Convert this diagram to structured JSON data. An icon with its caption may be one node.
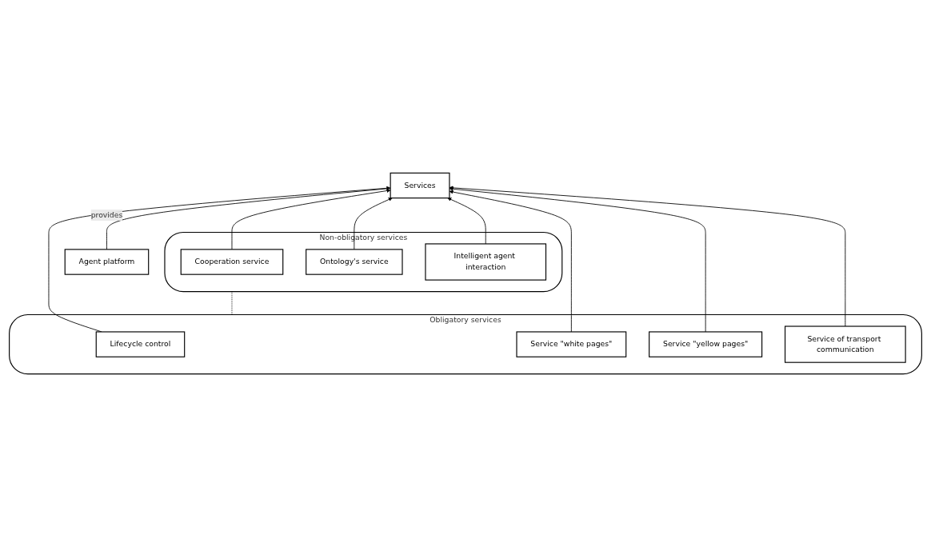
{
  "diagram": {
    "nodes": [
      {
        "text": [
          "Agent platform"
        ]
      },
      {
        "text": [
          "Services"
        ]
      },
      {
        "text": [
          "Obligatory services"
        ]
      },
      {
        "text": [
          "Lifecycle control"
        ],
        "in": 2
      },
      {
        "text": [
          "Service \"white pages\""
        ],
        "in": 2
      },
      {
        "text": [
          "Service \"yellow pages\""
        ],
        "in": 2
      },
      {
        "text": [
          "Service of transport communication"
        ],
        "in": 2
      },
      {
        "text": [
          "Non-obligatory services"
        ]
      },
      {
        "text": [
          "Cooperation service"
        ],
        "in": 7
      },
      {
        "text": [
          "Ontology's service"
        ],
        "in": 7
      },
      {
        "text": [
          "Intelligent agent interaction"
        ],
        "in": 7
      }
    ],
    "edges": [
      {
        "from": 0,
        "to": 1,
        "arrow": "none",
        "label": "provides"
      },
      {
        "from": 3,
        "to": 1,
        "arrow": "to"
      },
      {
        "from": 4,
        "to": 1,
        "arrow": "to"
      },
      {
        "from": 5,
        "to": 1,
        "arrow": "to"
      },
      {
        "from": 6,
        "to": 1,
        "arrow": "to"
      },
      {
        "from": 8,
        "to": 1,
        "arrow": "to"
      },
      {
        "from": 9,
        "to": 1,
        "arrow": "to"
      },
      {
        "from": 10,
        "to": 1,
        "arrow": "to"
      },
      {
        "from": 2,
        "to": 7,
        "arrow": "none",
        "style": "dashed"
      }
    ]
  }
}
